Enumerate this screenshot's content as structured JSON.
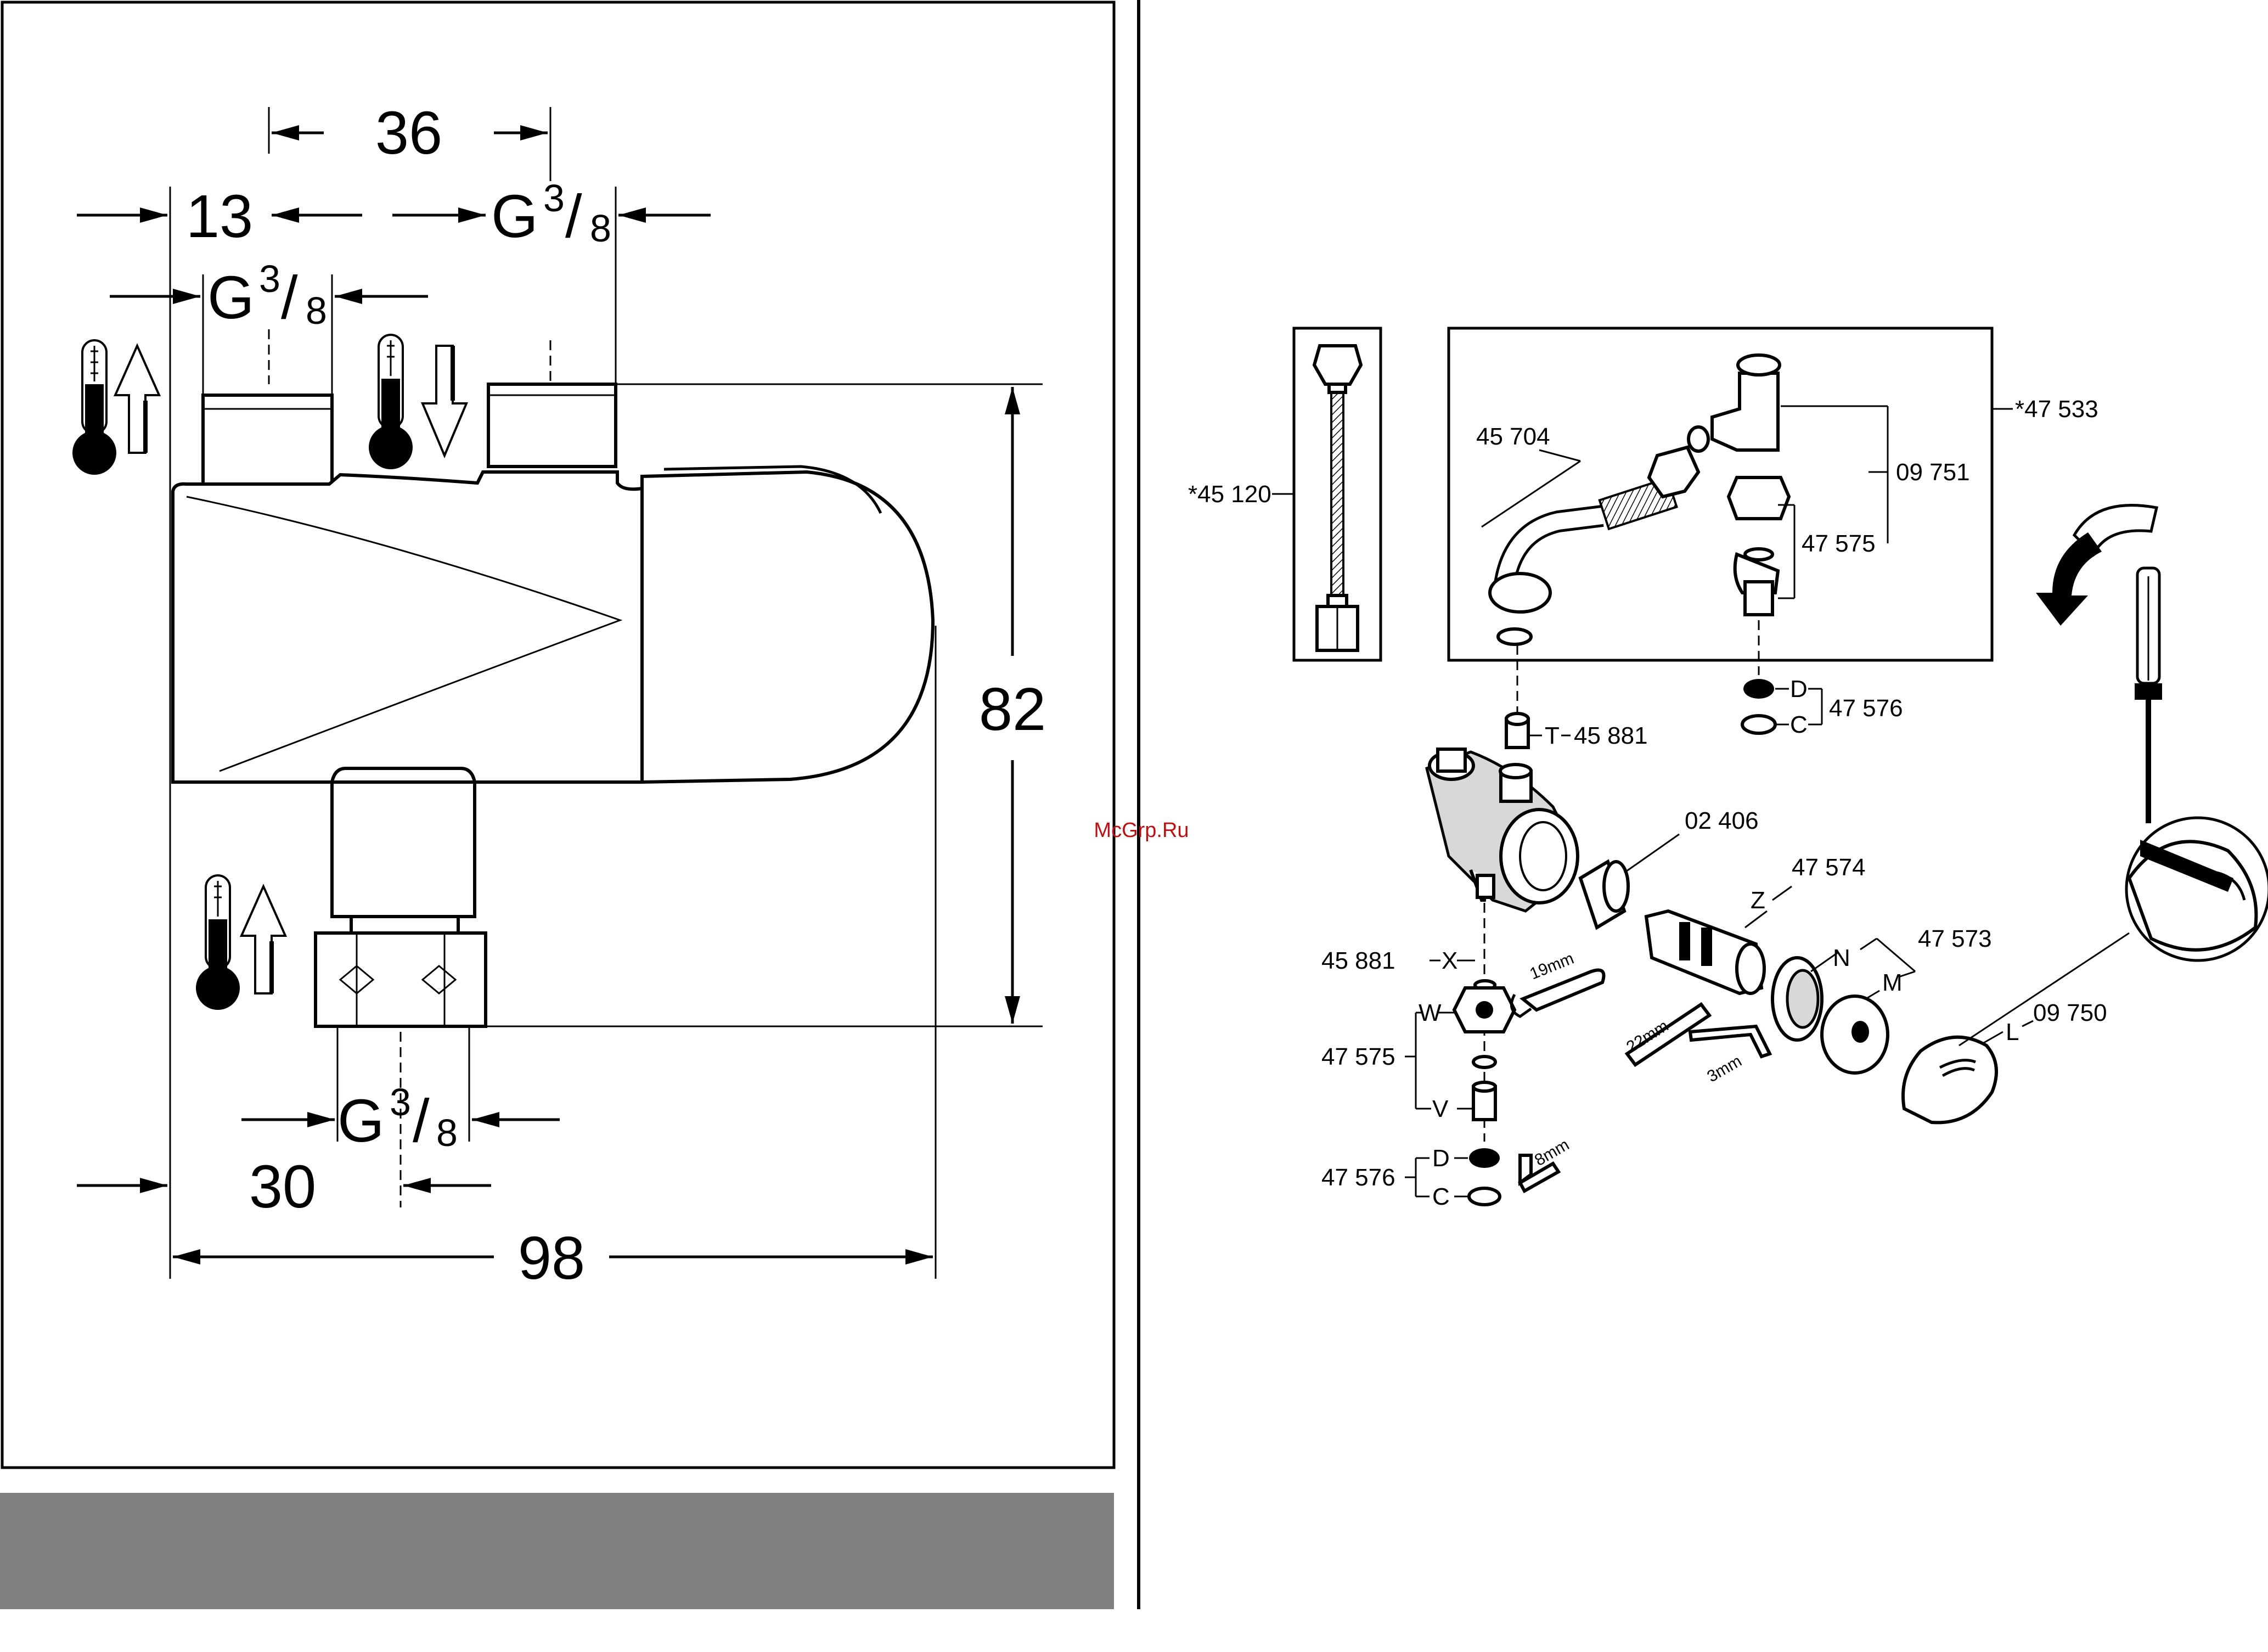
{
  "dimensions": {
    "d36": "36",
    "d13": "13",
    "d82": "82",
    "d30": "30",
    "d98": "98",
    "thread_prefix": "G",
    "thread_num": "3",
    "thread_den": "8"
  },
  "watermark": "McGrp.Ru",
  "parts": {
    "p45120": "*45 120",
    "p45704": "45 704",
    "p47533": "*47 533",
    "p09751": "09 751",
    "p47575_top": "47 575",
    "p47576_top": "47 576",
    "p45881_t": "45 881",
    "p02406": "02 406",
    "p47574": "47 574",
    "p47573": "47 573",
    "p45881_x": "45 881",
    "p47575_bottom": "47 575",
    "p47576_bottom": "47 576",
    "p09750": "09 750"
  },
  "letters": {
    "D": "D",
    "C": "C",
    "T": "T",
    "Z": "Z",
    "N": "N",
    "M": "M",
    "L": "L",
    "X": "X",
    "W": "W",
    "V": "V"
  },
  "tools": {
    "t19": "19mm",
    "t22": "22mm",
    "t3": "3mm",
    "t8": "8mm"
  },
  "icons": [
    "thermometer-hot-icon",
    "arrow-up-icon",
    "arrow-down-icon",
    "screwdriver-icon",
    "rotate-arrow-icon",
    "wrench-icon",
    "hex-key-icon"
  ],
  "colors": {
    "ink": "#000000",
    "footer_bar": "#808080",
    "watermark": "#bb1111"
  }
}
